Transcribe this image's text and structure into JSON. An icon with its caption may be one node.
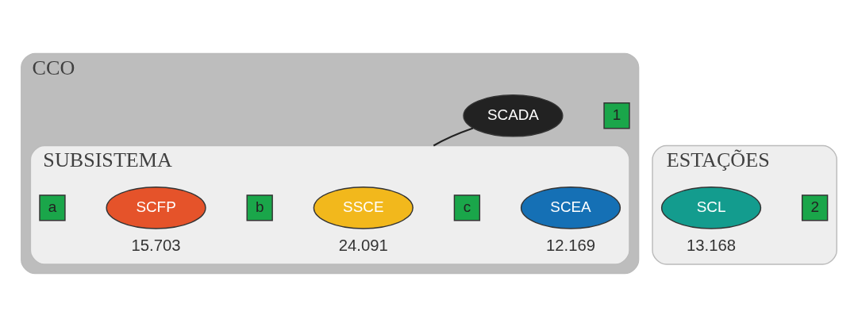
{
  "diagram": {
    "nodes": [
      {
        "text": [
          "CCO"
        ]
      },
      {
        "text": [
          "SCADA"
        ],
        "in": 0
      },
      {
        "text": [
          "1"
        ],
        "in": 0
      },
      {
        "text": [
          "SUBSISTEMA"
        ],
        "in": 0
      },
      {
        "text": [
          "a"
        ],
        "in": 3
      },
      {
        "text": [
          "SCFP"
        ],
        "in": 3,
        "beside": [
          "15.703"
        ]
      },
      {
        "text": [
          "b"
        ],
        "in": 3
      },
      {
        "text": [
          "SSCE"
        ],
        "in": 3,
        "beside": [
          "24.091"
        ]
      },
      {
        "text": [
          "c"
        ],
        "in": 3
      },
      {
        "text": [
          "SCEA"
        ],
        "in": 3,
        "beside": [
          "12.169"
        ]
      },
      {
        "text": [
          "ESTAÇÕES"
        ]
      },
      {
        "text": [
          "SCL"
        ],
        "in": 10,
        "beside": [
          "13.168"
        ]
      },
      {
        "text": [
          "2"
        ],
        "in": 10
      }
    ],
    "edges": [
      {
        "from": 1,
        "to": 3,
        "arrow": "none"
      }
    ]
  }
}
